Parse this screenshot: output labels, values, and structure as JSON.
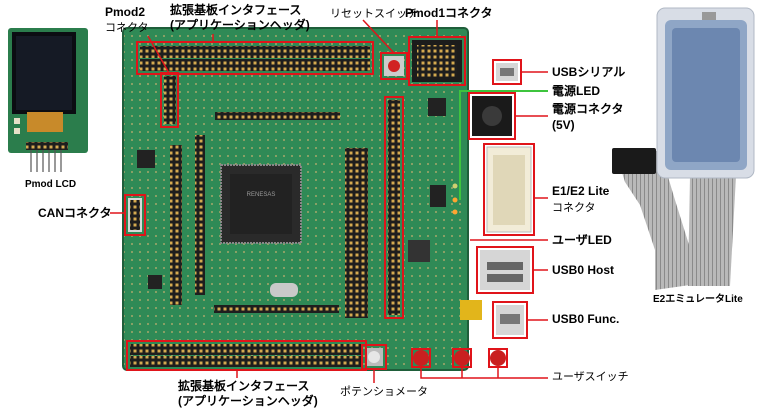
{
  "labels": {
    "pmod2_title": "Pmod2",
    "pmod2_sub": "コネクタ",
    "ext_top_1": "拡張基板インタフェース",
    "ext_top_2": "(アプリケーションヘッダ)",
    "reset_switch": "リセットスイッチ",
    "pmod1_connector": "Pmod1コネクタ",
    "usb_serial": "USBシリアル",
    "power_led": "電源LED",
    "power_connector_1": "電源コネクタ",
    "power_connector_2": "(5V)",
    "e1e2_1": "E1/E2 Lite",
    "e1e2_2": "コネクタ",
    "user_led": "ユーザLED",
    "usb0_host": "USB0 Host",
    "usb0_func": "USB0 Func.",
    "user_switch": "ユーザスイッチ",
    "potentiometer": "ポテンショメータ",
    "ext_bot_1": "拡張基板インタフェース",
    "ext_bot_2": "(アプリケーションヘッダ)",
    "can_connector": "CANコネクタ",
    "pmod_lcd": "Pmod LCD",
    "e2_emulator": "E2エミュレータLite",
    "chip_text": "RENESAS"
  },
  "colors": {
    "pcb_green": "#2f8a56",
    "highlight_red": "#e0141a",
    "power_led_green": "#3ec43e",
    "header_gold": "#c8a040"
  }
}
